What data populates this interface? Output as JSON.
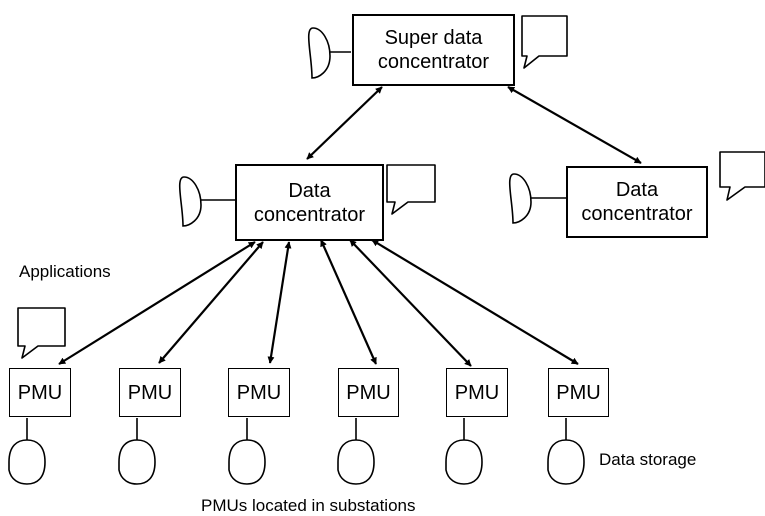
{
  "super_concentrator": {
    "label": "Super data\nconcentrator"
  },
  "concentrators": [
    {
      "label": "Data\nconcentrator"
    },
    {
      "label": "Data\nconcentrator"
    }
  ],
  "pmus": [
    {
      "label": "PMU"
    },
    {
      "label": "PMU"
    },
    {
      "label": "PMU"
    },
    {
      "label": "PMU"
    },
    {
      "label": "PMU"
    },
    {
      "label": "PMU"
    }
  ],
  "annotations": {
    "applications": "Applications",
    "data_storage": "Data storage",
    "pmus_located": "PMUs located in substations"
  },
  "icons": {
    "application": "speech-bubble-icon",
    "storage": "storage-drum-icon"
  }
}
